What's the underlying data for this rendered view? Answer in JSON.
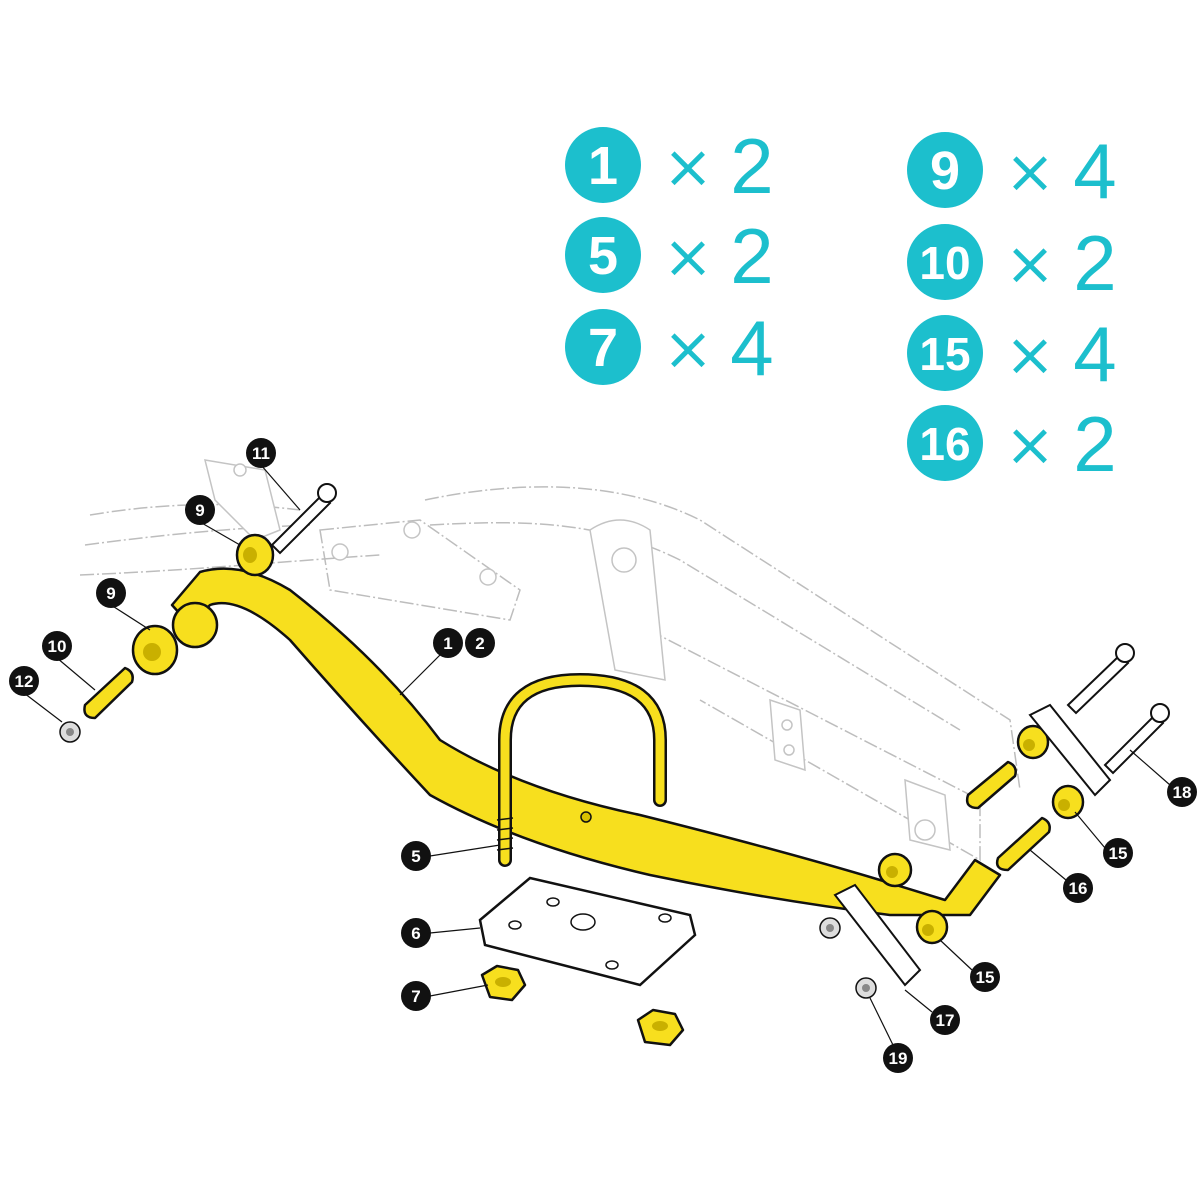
{
  "colors": {
    "accent": "#1cbfcd",
    "part": "#f7df1e",
    "callout": "#111111"
  },
  "legend": [
    {
      "part": "1",
      "times": "×",
      "qty": "2"
    },
    {
      "part": "5",
      "times": "×",
      "qty": "2"
    },
    {
      "part": "7",
      "times": "×",
      "qty": "4"
    },
    {
      "part": "9",
      "times": "×",
      "qty": "4"
    },
    {
      "part": "10",
      "times": "×",
      "qty": "2"
    },
    {
      "part": "15",
      "times": "×",
      "qty": "4"
    },
    {
      "part": "16",
      "times": "×",
      "qty": "2"
    }
  ],
  "callouts": [
    "11",
    "9",
    "9",
    "10",
    "12",
    "1",
    "2",
    "5",
    "6",
    "7",
    "18",
    "15",
    "16",
    "15",
    "17",
    "19"
  ]
}
